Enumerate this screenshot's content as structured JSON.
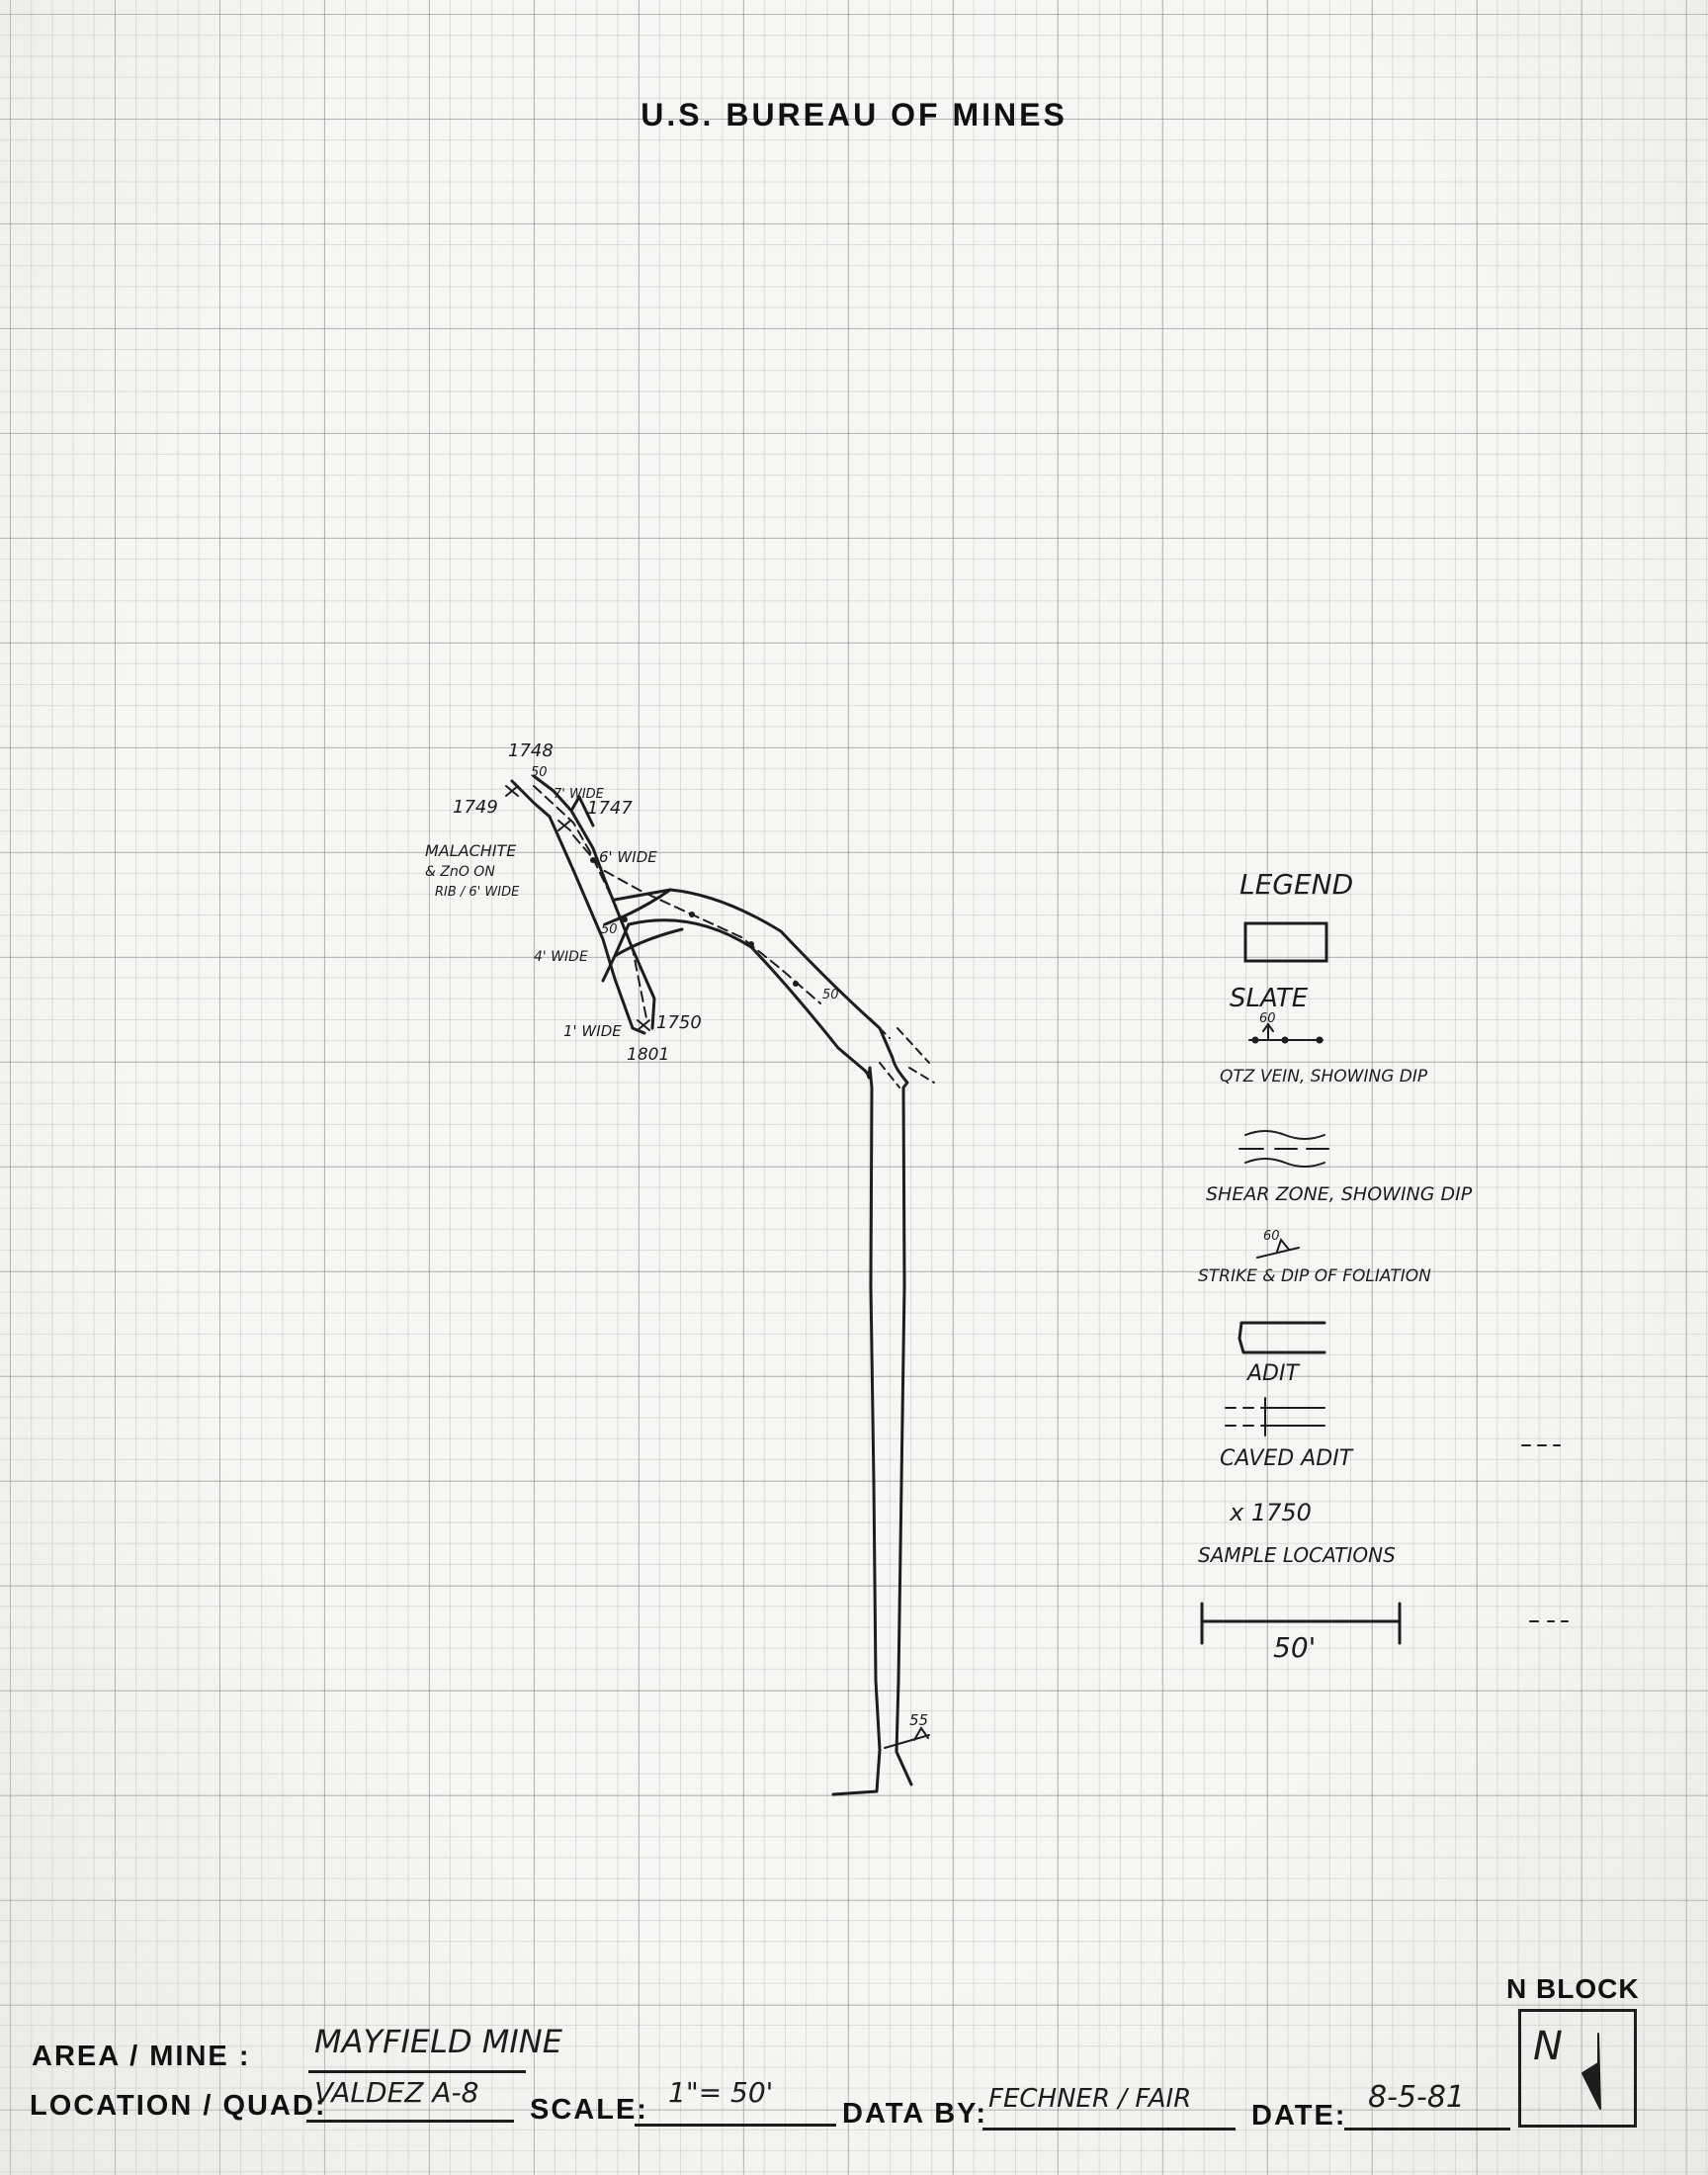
{
  "header": {
    "title": "U.S. BUREAU OF MINES"
  },
  "map": {
    "sample_labels": [
      "1748",
      "1749",
      "1747",
      "1750",
      "1801"
    ],
    "width_labels": [
      "7' WIDE",
      "6' WIDE",
      "4' WIDE",
      "1' WIDE"
    ],
    "dip_values": [
      "50",
      "50",
      "50",
      "55"
    ],
    "annotation": [
      "MALACHITE",
      "& ZnO ON",
      "RIB / 6' WIDE"
    ]
  },
  "legend": {
    "title": "LEGEND",
    "items": [
      {
        "label": "SLATE"
      },
      {
        "label": "QTZ VEIN, SHOWING DIP",
        "dip": "60"
      },
      {
        "label": "SHEAR ZONE, SHOWING DIP"
      },
      {
        "label": "STRIKE & DIP OF FOLIATION",
        "dip": "60"
      },
      {
        "label": "ADIT"
      },
      {
        "label": "CAVED ADIT"
      },
      {
        "label": "SAMPLE LOCATIONS",
        "example": "x 1750"
      }
    ],
    "scale_bar_label": "50'"
  },
  "footer": {
    "area_label": "AREA / MINE :",
    "area_value": "MAYFIELD MINE",
    "location_label": "LOCATION / QUAD:",
    "location_value": "VALDEZ A-8",
    "scale_label": "SCALE:",
    "scale_value": "1\"= 50'",
    "data_by_label": "DATA BY:",
    "data_by_value": "FECHNER / FAIR",
    "date_label": "DATE:",
    "date_value": "8-5-81",
    "block_label": "N BLOCK",
    "north_letter": "N"
  }
}
